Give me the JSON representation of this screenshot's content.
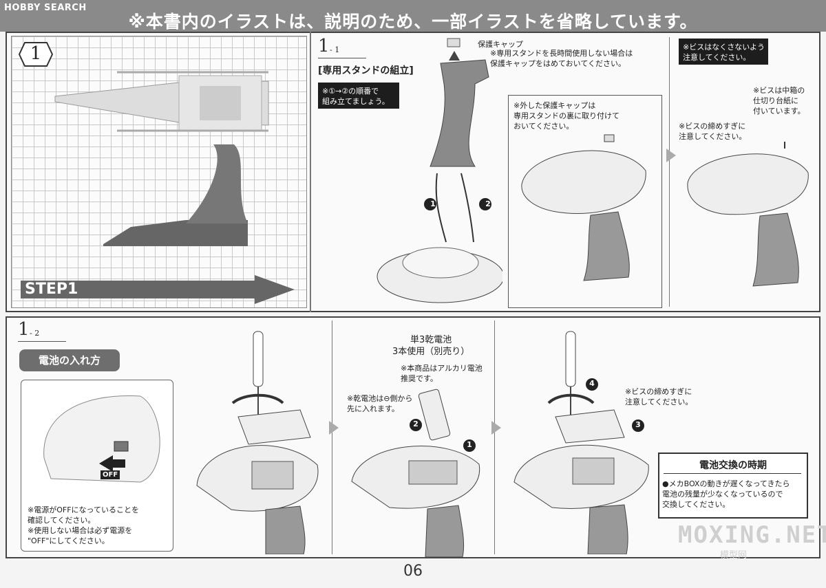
{
  "header": {
    "logo_text": "HOBBY SEARCH",
    "banner": "※本書内のイラストは、説明のため、一部イラストを省略しています。"
  },
  "step1": {
    "hex_number": "1",
    "step_label": "STEP1"
  },
  "section_1_1": {
    "number": "1",
    "sub": "- 1",
    "heading": "[専用スタンドの組立]",
    "order_note": "※①→②の順番で\n組み立てましょう。",
    "cap_label": "保護キャップ",
    "cap_note": "※専用スタンドを長時間使用しない場合は\n保護キャップをはめておいてください。",
    "cap_store_note": "※外した保護キャップは\n専用スタンドの裏に取り付けて\nおいてください。",
    "callout_1": "1",
    "callout_2": "2",
    "screw_warning_box": "※ビスはなくさないよう\n注意してください。",
    "screw_location_note": "※ビスは中箱の\n仕切り台紙に\n付いています。",
    "screw_overtighten_note": "※ビスの締めすぎに\n注意してください。"
  },
  "section_1_2": {
    "number": "1",
    "sub": "- 2",
    "heading": "電池の入れ方",
    "off_label": "OFF",
    "power_note": "※電源がOFFになっていることを\n確認してください。\n※使用しない場合は必ず電源を\n\"OFF\"にしてください。",
    "battery_title": "単3乾電池\n3本使用（別売り）",
    "alkaline_note": "※本商品はアルカリ電池\n推奨です。",
    "minus_first_note": "※乾電池は⊖側から\n先に入れます。",
    "callout_1": "1",
    "callout_2": "2",
    "callout_3": "3",
    "callout_4": "4",
    "overtighten_note": "※ビスの締めすぎに\n注意してください。",
    "timing_title": "電池交換の時期",
    "timing_text": "●メカBOXの動きが遅くなってきたら\n電池の残量が少なくなっているので\n交換してください。"
  },
  "footer": {
    "page_number": "06",
    "watermark": "MOXING.NET",
    "watermark_sub": "模型网"
  }
}
